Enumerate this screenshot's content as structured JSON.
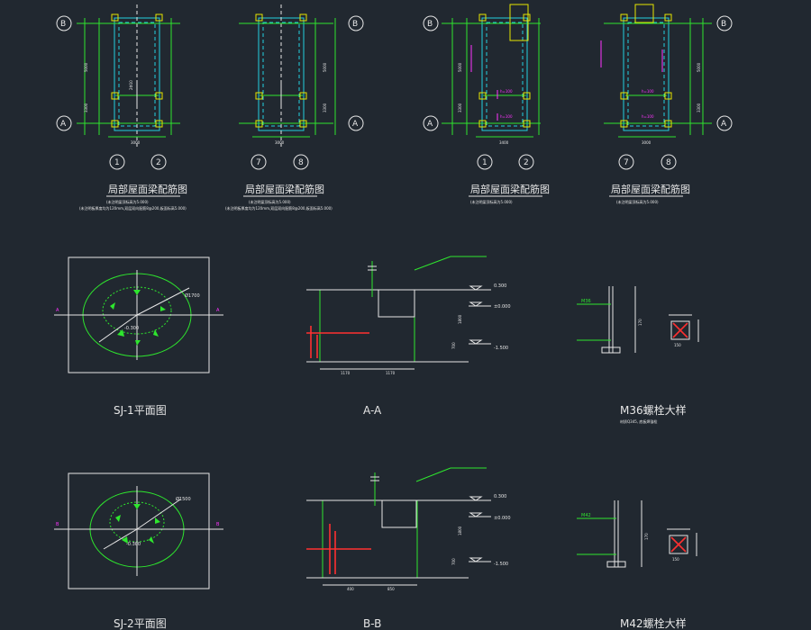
{
  "plans": [
    {
      "title": "局部屋面梁配筋图",
      "note": "(未注明梁顶标高为5.000)",
      "note2": "(未注明板厚度均为120mm,双层双向配筋8@200,板面标高5.000)",
      "axis_left": [
        "B",
        "A"
      ],
      "axis_bottom": [
        "1",
        "2"
      ],
      "dim_width": "3000",
      "dim_h1": "5000",
      "dim_h2": "3300"
    },
    {
      "title": "局部屋面梁配筋图",
      "note": "(未注明梁顶标高为5.000)",
      "note2": "(未注明板厚度均为120mm,双层双向配筋8@200,板面标高5.000)",
      "axis_left": [
        "B",
        "A"
      ],
      "axis_bottom": [
        "7",
        "8"
      ],
      "dim_width": "3000",
      "dim_h1": "5000",
      "dim_h2": "3300"
    },
    {
      "title": "局部屋面梁配筋图",
      "note": "(未注明梁顶标高为5.000)",
      "note2": "",
      "axis_left": [
        "B",
        "A"
      ],
      "axis_bottom": [
        "1",
        "2"
      ],
      "dim_width": "3400",
      "dim_h1": "5000",
      "dim_h2": "3300",
      "pink_labels": [
        "h=100",
        "h=100"
      ]
    },
    {
      "title": "局部屋面梁配筋图",
      "note": "(未注明梁顶标高为5.000)",
      "note2": "",
      "axis_left": [
        "B",
        "A"
      ],
      "axis_bottom": [
        "7",
        "8"
      ],
      "dim_width": "3000",
      "dim_h1": "5000",
      "dim_h2": "3300",
      "pink_labels": [
        "h=100",
        "h=100"
      ]
    }
  ],
  "details": {
    "sj1": {
      "title": "SJ-1平面图",
      "section_mark": "A",
      "level": "-0.300",
      "dia": "Ø1700"
    },
    "aa": {
      "title": "A-A",
      "levels": [
        "0.300",
        "±0.000",
        "-1.500"
      ],
      "dims": [
        "1170",
        "1170"
      ],
      "heights": [
        "1800",
        "700"
      ]
    },
    "m36": {
      "title": "M36螺栓大样",
      "note": "材质Q345, 底板焊锚栓",
      "spec": "M36",
      "dims": [
        "170",
        "150"
      ]
    },
    "sj2": {
      "title": "SJ-2平面图",
      "section_mark": "B",
      "level": "-0.300",
      "dia": "Ø1500"
    },
    "bb": {
      "title": "B-B",
      "levels": [
        "0.300",
        "±0.000",
        "-1.500"
      ],
      "dims": [
        "400",
        "850"
      ],
      "heights": [
        "1800",
        "700"
      ]
    },
    "m42": {
      "title": "M42螺栓大样",
      "spec": "M42",
      "dims": [
        "170",
        "150"
      ]
    }
  }
}
